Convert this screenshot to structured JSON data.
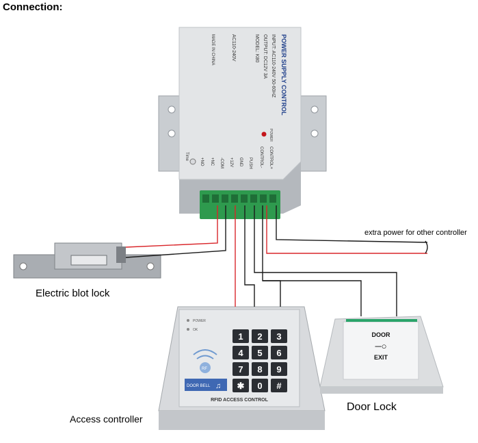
{
  "heading": "Connection:",
  "psu": {
    "label_title": "POWER SUPPLY CONTROL",
    "label_input": "INPUT: AC110-240V 50-60HZ",
    "label_output": "OUTPUT: DC12V 3A",
    "label_model": "MODEL: K80",
    "label_voltage": "AC110-240V",
    "label_made": "MADE IN CHINA",
    "power_led_label": "POWER",
    "time_label": "Time",
    "terminals": [
      "+NO",
      "+NC",
      "-COM",
      "+12V",
      "GND",
      "PUSH",
      "CONTROL-",
      "CONTROL+"
    ]
  },
  "extra_power_label": "extra power for other controller",
  "electric_lock_label": "Electric blot lock",
  "access_controller_label": "Access controller",
  "door_lock_label": "Door Lock",
  "keypad": {
    "status_power": "POWER",
    "status_ok": "OK",
    "keys": [
      "1",
      "2",
      "3",
      "4",
      "5",
      "6",
      "7",
      "8",
      "9",
      "✱",
      "0",
      "#"
    ],
    "rf_label": "RF",
    "doorbell_label": "DOOR BELL",
    "footer": "RFID ACCESS CONTROL"
  },
  "exit_button": {
    "top": "DOOR",
    "bottom": "EXIT"
  },
  "colors": {
    "wire_red": "#d9262a",
    "wire_black": "#1a1a1a",
    "terminal_green": "#2e9a4e"
  }
}
